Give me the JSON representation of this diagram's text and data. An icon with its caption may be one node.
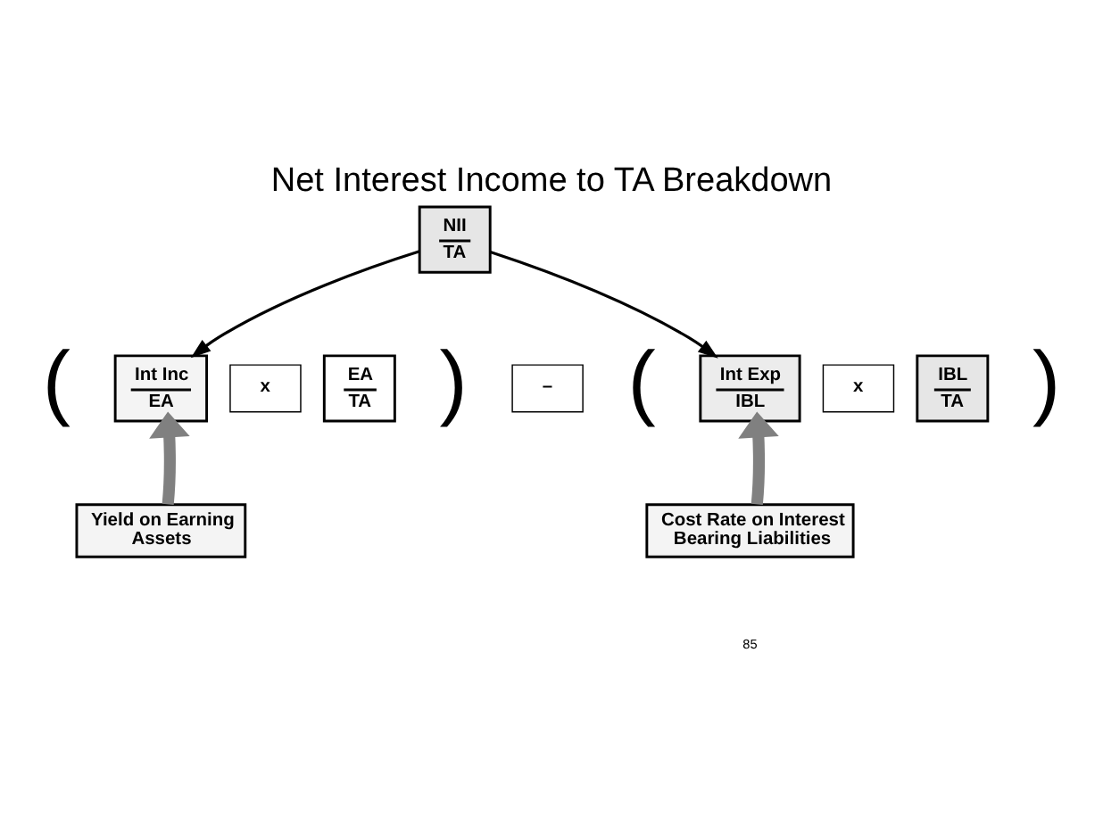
{
  "diagram": {
    "title": "Net Interest Income to TA Breakdown",
    "nodes": [
      {
        "text": [
          "NII",
          "TA"
        ]
      },
      {
        "text": [
          "Int Inc",
          "EA"
        ]
      },
      {
        "text": [
          "x"
        ]
      },
      {
        "text": [
          "EA",
          "TA"
        ]
      },
      {
        "text": [
          "–"
        ]
      },
      {
        "text": [
          "Int Exp",
          "IBL"
        ]
      },
      {
        "text": [
          "x"
        ]
      },
      {
        "text": [
          "IBL",
          "TA"
        ]
      },
      {
        "text": [
          "Yield on Earning Assets"
        ]
      },
      {
        "text": [
          "Cost Rate on Interest Bearing Liabilities"
        ]
      }
    ],
    "edges": [
      {
        "from": 0,
        "to": 1,
        "arrow": "to"
      },
      {
        "from": 0,
        "to": 5,
        "arrow": "to"
      },
      {
        "from": 8,
        "to": 1,
        "arrow": "to",
        "style": "thick",
        "color": "#808080"
      },
      {
        "from": 9,
        "to": 5,
        "arrow": "to",
        "style": "thick",
        "color": "#808080"
      }
    ],
    "labels": [
      "(",
      ")",
      "(",
      ")",
      "85"
    ]
  }
}
